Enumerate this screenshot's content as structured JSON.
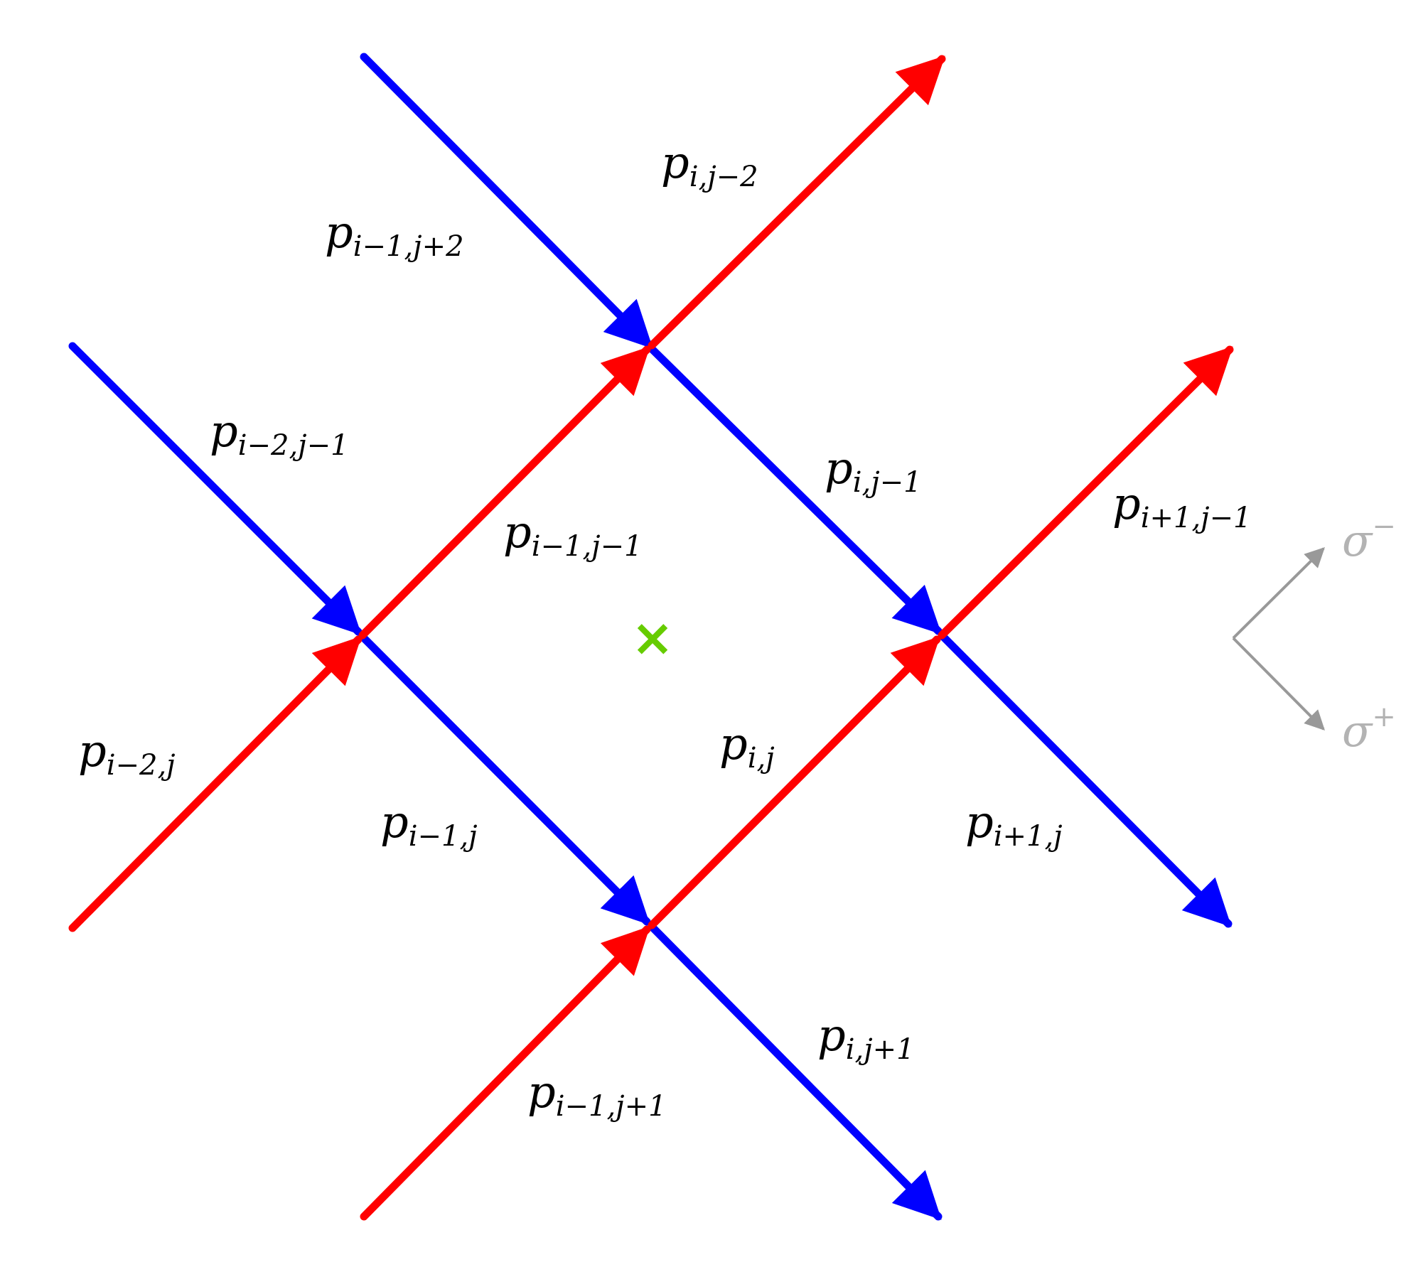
{
  "colors": {
    "sigma_plus": "#0000ff",
    "sigma_minus": "#ff0000",
    "marker": "#66cc00",
    "axis": "#999999",
    "text": "#000000"
  },
  "marker": {
    "symbol": "×",
    "name": "center-cross-marker"
  },
  "axes": {
    "sigma_minus": {
      "base": "σ",
      "sup": "−"
    },
    "sigma_plus": {
      "base": "σ",
      "sup": "+"
    }
  },
  "labels": [
    {
      "id": "p-i-jm2",
      "base": "p",
      "sub": "i,j−2"
    },
    {
      "id": "p-im1-jp2",
      "base": "p",
      "sub": "i−1,j+2"
    },
    {
      "id": "p-im2-jm1",
      "base": "p",
      "sub": "i−2,j−1"
    },
    {
      "id": "p-i-jm1",
      "base": "p",
      "sub": "i,j−1"
    },
    {
      "id": "p-ip1-jm1",
      "base": "p",
      "sub": "i+1,j−1"
    },
    {
      "id": "p-im1-jm1",
      "base": "p",
      "sub": "i−1,j−1"
    },
    {
      "id": "p-im2-j",
      "base": "p",
      "sub": "i−2,j"
    },
    {
      "id": "p-i-j",
      "base": "p",
      "sub": "i,j"
    },
    {
      "id": "p-im1-j",
      "base": "p",
      "sub": "i−1,j"
    },
    {
      "id": "p-ip1-j",
      "base": "p",
      "sub": "i+1,j"
    },
    {
      "id": "p-i-jp1",
      "base": "p",
      "sub": "i,j+1"
    },
    {
      "id": "p-im1-jp1",
      "base": "p",
      "sub": "i−1,j+1"
    }
  ]
}
